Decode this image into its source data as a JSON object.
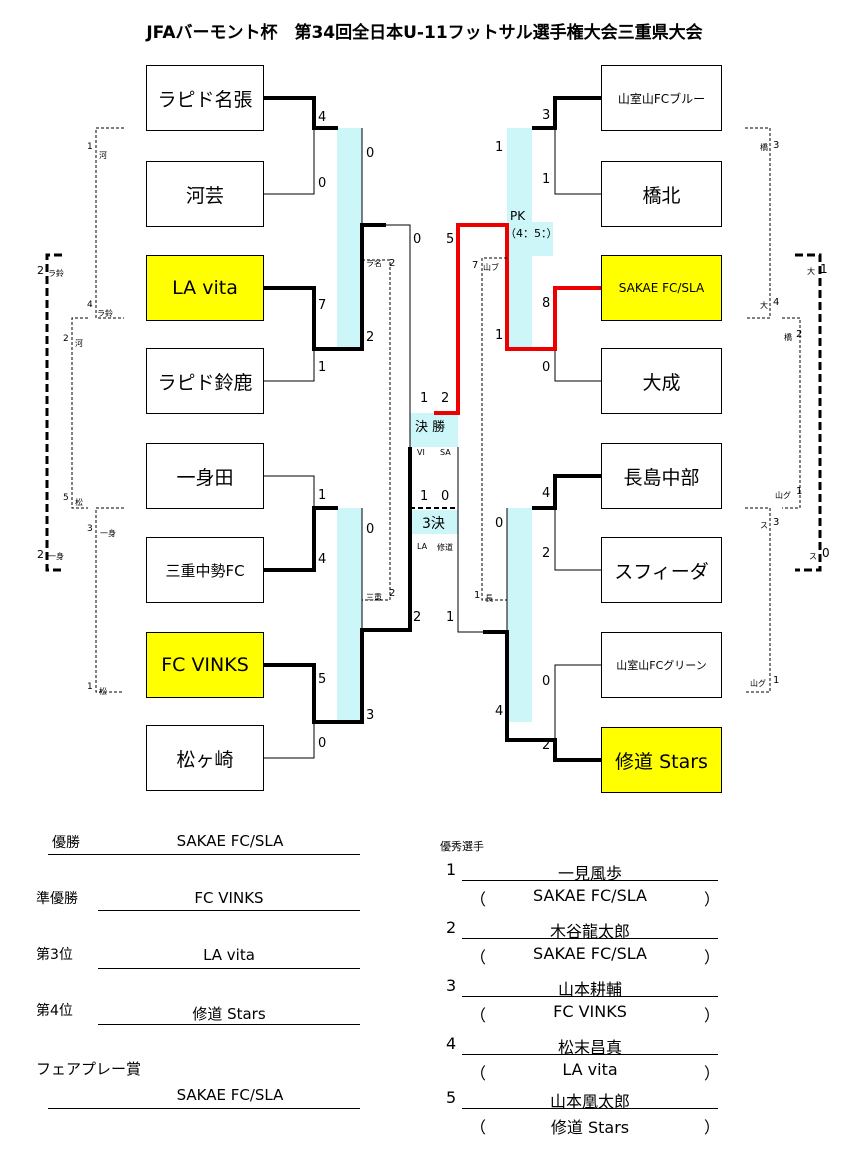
{
  "title": "JFAバーモント杯　第34回全日本U-11フットサル選手権大会三重県大会",
  "teams_left": [
    "ラピド名張",
    "河芸",
    "LA vita",
    "ラピド鈴鹿",
    "一身田",
    "三重中勢FC",
    "FC VINKS",
    "松ヶ崎"
  ],
  "teams_right": [
    "山室山FCブルー",
    "橋北",
    "SAKAE FC/SLA",
    "大成",
    "長島中部",
    "スフィーダ",
    "山室山FCグリーン",
    "修道 Stars"
  ],
  "scores_left": [
    "4",
    "0",
    "7",
    "1",
    "1",
    "4",
    "5",
    "0"
  ],
  "scores_left_r2": [
    "0",
    "2",
    "0",
    "3"
  ],
  "scores_left_sf": [
    "0",
    "2"
  ],
  "scores_right": [
    "3",
    "1",
    "8",
    "0",
    "4",
    "2",
    "0",
    "2"
  ],
  "scores_right_r2": [
    "1",
    "1",
    "0",
    "4"
  ],
  "scores_right_sf": [
    "5",
    "1"
  ],
  "pk_label": "PK",
  "pk_score": "（4：5：）",
  "final": {
    "label": "決 勝",
    "left_score": "1",
    "right_score": "2",
    "left_team": "VI",
    "right_team": "SA"
  },
  "third": {
    "label": "3決",
    "left_score": "1",
    "right_score": "0",
    "left_team": "LA",
    "right_team": "修道"
  },
  "side_left": {
    "s1": "1",
    "s1_t": "河",
    "s2": "4",
    "s2_t": "ラ鈴",
    "s3": "3",
    "s3_t": "一身",
    "s4": "1",
    "s4_t": "松",
    "s5": "2",
    "s5_t": "河",
    "s6": "5",
    "s6_t": "松",
    "s7": "2",
    "s7_t": "ラ鈴",
    "s8": "2",
    "s8_t": "一身",
    "s9_t": "ラ名",
    "s9": "2",
    "s10_t": "三重",
    "s10": "2"
  },
  "side_right": {
    "s1_t": "橋",
    "s1": "3",
    "s2_t": "大",
    "s2": "4",
    "s3_t": "ス",
    "s3": "3",
    "s4_t": "山グ",
    "s4": "1",
    "s5_t": "橋",
    "s5": "2",
    "s6_t": "山グ",
    "s6": "1",
    "s7_t": "大",
    "s7": "1",
    "s8_t": "ス",
    "s8": "0",
    "s9": "7",
    "s9_t": "山ブ",
    "s10": "1",
    "s10_t": "長"
  },
  "results": {
    "champion_label": "優勝",
    "champion": "SAKAE FC/SLA",
    "runner_label": "準優勝",
    "runner": "FC VINKS",
    "third_label": "第3位",
    "third": "LA vita",
    "fourth_label": "第4位",
    "fourth": "修道 Stars",
    "fair_label": "フェアプレー賞",
    "fair": "SAKAE FC/SLA"
  },
  "players_title": "優秀選手",
  "players": [
    {
      "num": "1",
      "name": "一見風歩",
      "team": "SAKAE FC/SLA"
    },
    {
      "num": "2",
      "name": "木谷龍太郎",
      "team": "SAKAE FC/SLA"
    },
    {
      "num": "3",
      "name": "山本耕輔",
      "team": "FC VINKS"
    },
    {
      "num": "4",
      "name": "松末昌真",
      "team": "LA vita"
    },
    {
      "num": "5",
      "name": "山本凰太郎",
      "team": "修道 Stars"
    }
  ],
  "paren_open": "（",
  "paren_close": "）",
  "colors": {
    "highlight": "#ffff00",
    "cyan": "#ccf6f8",
    "winner_red": "#ee0000",
    "line": "#000000"
  }
}
